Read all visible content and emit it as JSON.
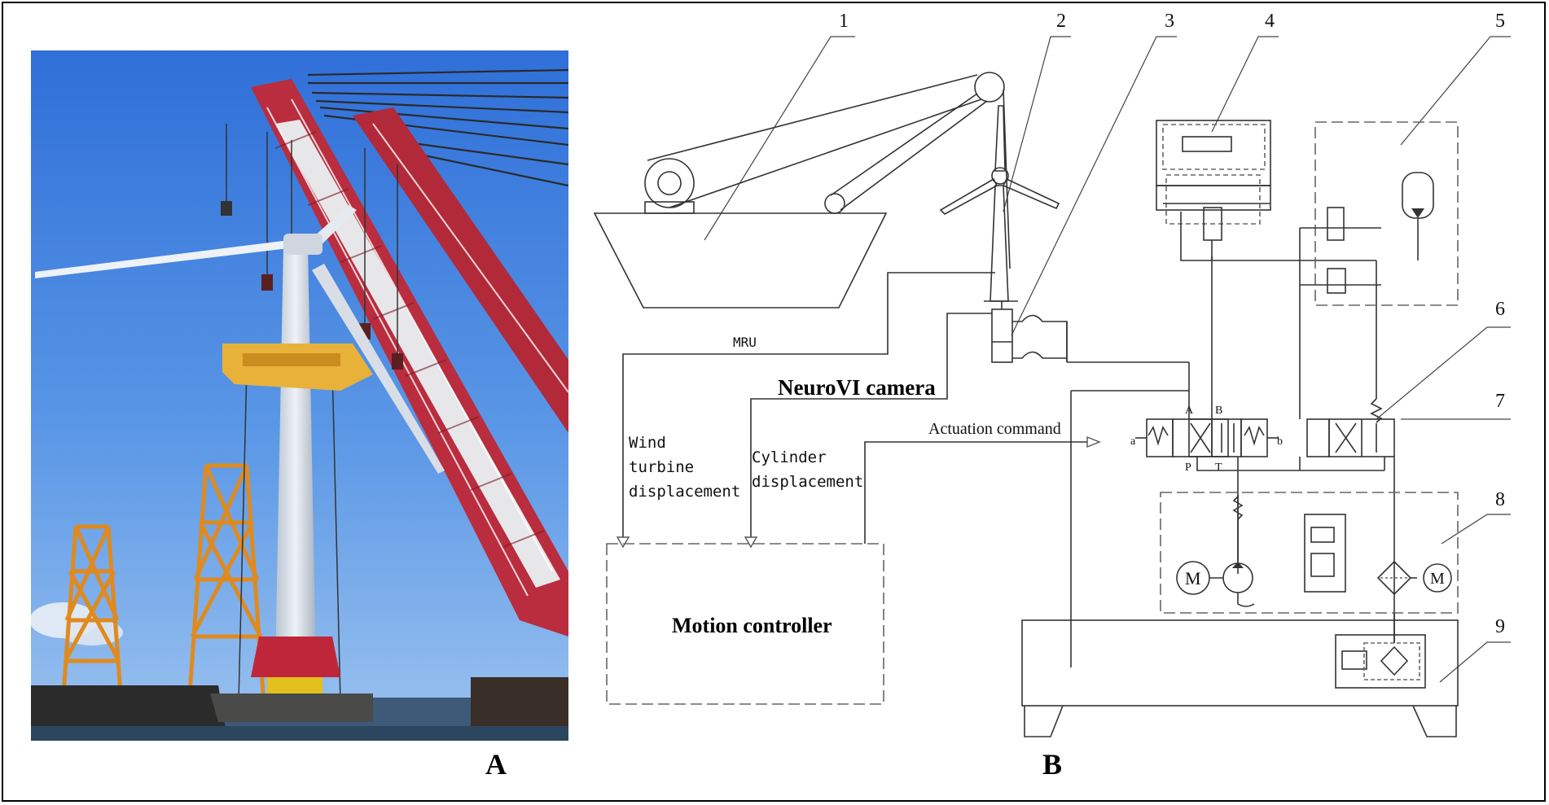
{
  "panels": {
    "a_label": "A",
    "b_label": "B"
  },
  "diagram": {
    "callouts": [
      "1",
      "2",
      "3",
      "4",
      "5",
      "6",
      "7",
      "8",
      "9"
    ],
    "mru": "MRU",
    "camera": "NeuroVI camera",
    "actuation": "Actuation command",
    "wind_line1": "Wind",
    "wind_line2": "turbine",
    "wind_line3": "displacement",
    "cyl_line1": "Cylinder",
    "cyl_line2": "displacement",
    "controller": "Motion controller",
    "port_a": "A",
    "port_b": "B",
    "port_p": "P",
    "port_t": "T",
    "sol_a": "a",
    "sol_b": "b",
    "motor": "M"
  }
}
